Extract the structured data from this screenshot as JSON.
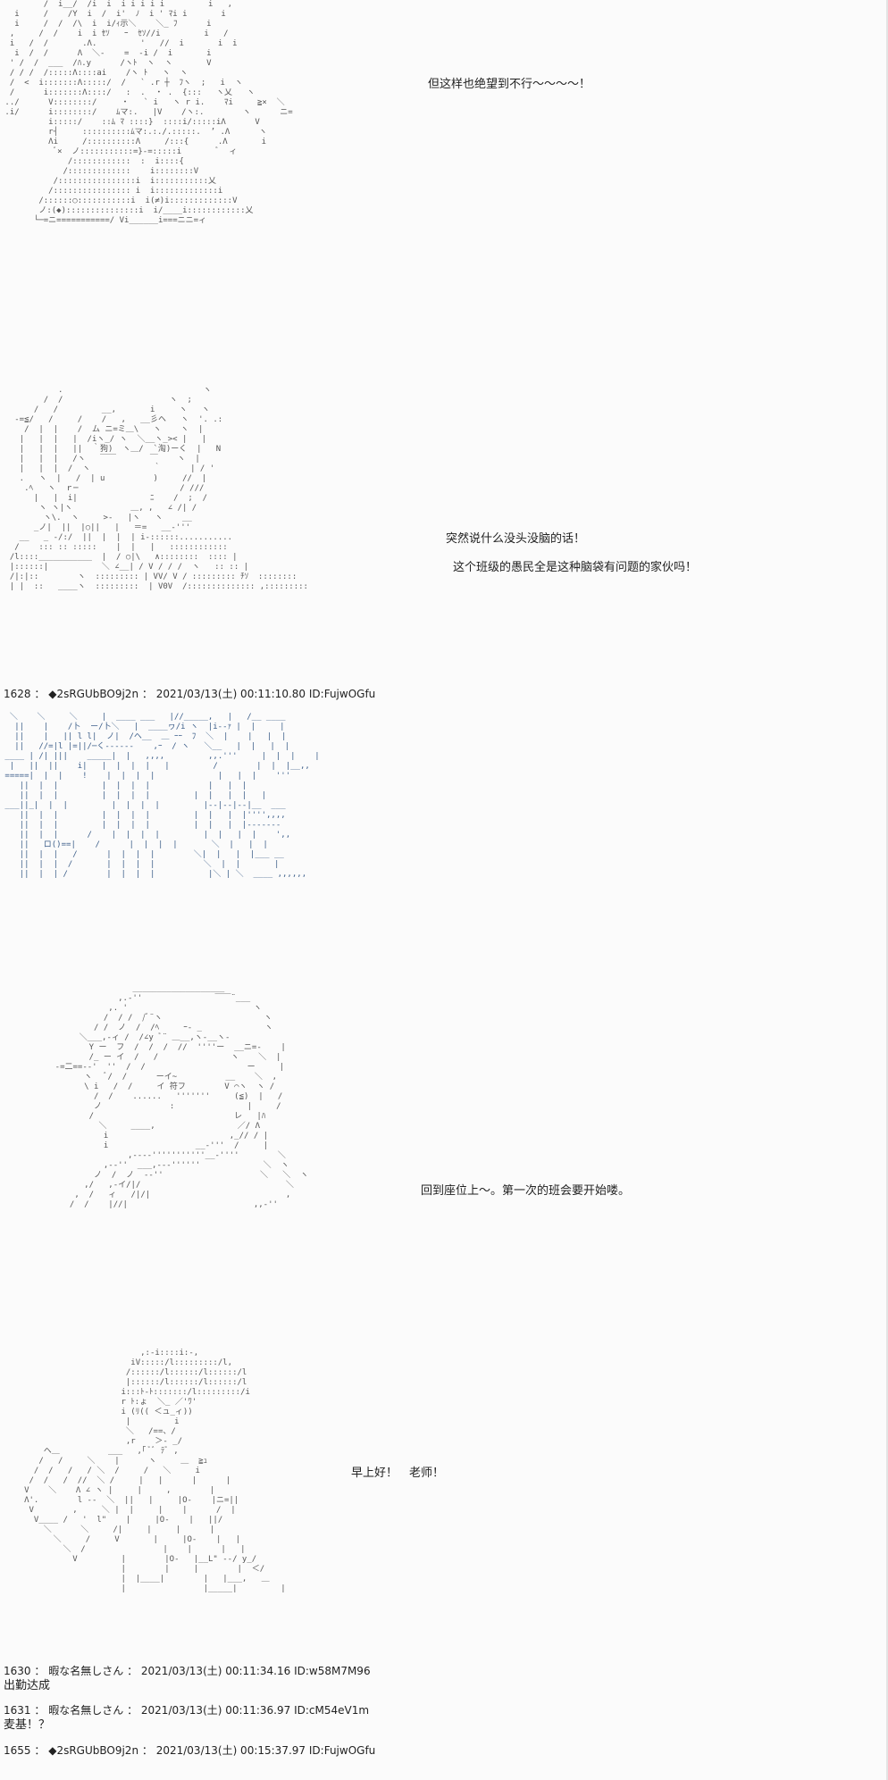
{
  "speech": {
    "line1": "但这样也绝望到不行～～～～！",
    "line2": "突然说什么没头没脑的话！",
    "line3": "这个班级的愚民全是这种脑袋有问题的家伙吗！",
    "line4": "回到座位上～。第一次的班会要开始喽。",
    "line5": "早上好！　老师！"
  },
  "posts": [
    {
      "number": "1628",
      "sep": "：",
      "name": "◆2sRGUbBO9j2n",
      "date": "2021/03/13(土) 00:11:10.80",
      "id": "ID:FujwOGfu",
      "body": ""
    },
    {
      "number": "1630",
      "sep": "：",
      "name": "暇な名無しさん",
      "date": "2021/03/13(土) 00:11:34.16",
      "id": "ID:w58M7M96",
      "body": "出勤达成"
    },
    {
      "number": "1631",
      "sep": "：",
      "name": "暇な名無しさん",
      "date": "2021/03/13(土) 00:11:36.97",
      "id": "ID:cM54eV1m",
      "body": "麦基！？"
    },
    {
      "number": "1655",
      "sep": "：",
      "name": "◆2sRGUbBO9j2n",
      "date": "2021/03/13(土) 00:15:37.97",
      "id": "ID:FujwOGfu",
      "body": ""
    }
  ],
  "art": {
    "panel1": "         /  i__/  /i  i  i i i i i         i   ,\n   i     /    /Y  i  /  i'  ﾉ  i ' ﾏi i       i     \n   i     /  /  /\\  i  i/ｨ示＼    ＼_ ﾌ      i\n  ,     /  /    i  i ｾｿ   ｰ  ｾｿ//i         i   /\n  i   /  /       .Λ.         '   //  i       i  i\n   i  /  /      Λ  ＼-    =  -i /  i       i\n  ' /  /  ___  /ﾊ.y      /ヽﾄ  ヽ  ヽ       V\n  / / /  /:::::Λ::::ai    /ヽ ﾄ   ヽ  ヽ\n  /  <  i:::::::Λ:::::/  /   ` .r ┼  ﾌヽ  ;   i  ヽ\n  /      i:::::::Λ::::/   :  .  ・ .  {:::   ヽ乂   ヽ\n ../      V::::::::/     ・   ` i   ヽ r i.    ﾏi     ≧×  ＼\n .i/      i::::::::/    ﾑマ:.   |V    /ヽ:.        ヽ      ニ=\n          i:::::/    ::ﾑ ﾏ ::::}  ::::i/:::::iΛ      V\n          r┤     ::::::::::ﾑマ:.:./.:::::.  ’ .Λ      ヽ\n          Λi     /::::::::::Λ     /:::{      .Λ       i\n           ﾞ×  ノ:::::::::::=}-=:::::i       ﾞ  ィ\n              /::::::::::::  :  i::::{\n             /:::::::::::::    i::::::::V\n           /::::::::::::::::i  i:::::::::::乂\n          /:::::::::::::::: i  i:::::::::::::i\n        /::::::○:::::::::::i  i(≠)i:::::::::::::V\n        ノ:(◆):::::::::::::::i  i/____i::::::::::::乂\n       └─=ニ===========/ Vi______i===ニニ=ィ",
    "panel2": "            .                             ヽ\n         /  /                      ヽ  ;\n       /   /         __,       i     ヽ   ヽ\n   -=≦/   /     /    /   ,   __彡ヘ   ヽ  '. .:\n     /  |  |    /  ム ニ=ミ＿\\   ヽ    ヽ  |\n    |   |  |   |  /iヽ_/ ヽ  ＼__ヽ_>< |   | \n    |   |  |   ||  ｀狗)  ヽ＿/  `淘)ーく  |   N\n    |   |  |   /ヽ   ￣￣       ￣    ヽ  |  \n    |   |  |  /  ヽ             ｀      | / '\n    .   ヽ  |   /  | u          )     //  |\n     .ﾍ   ヽ  ｒ─                     / ///\n       |   |  i|               ﾆ    /  ;  /\n        ヽ ヽ|ヽ            ＿, ,   ∠ /| /\n         ヽ\\.  ヽ     >-   |ヽ   ヽ    __\n       _ノ|  ||  |○||   |   ＝=   __-'''\n    __   _ -/:/  ||  |  |  | i-::::::...........\n   /    ::: :: :::::    |  |   |   ::::::::::::\n  /l::::___________  |  / ○|\\   ∧::::::::  :::: |\n  |::::::|           ＼ ∠__| / V / / /  ヽ   :: :: |\n  /|:|::        ヽ  ::::::::: | VV/ V / ::::::::: ﾁｿ  ::::::::\n  | |  ::   ____ヽ  :::::::::  | V0V  /:::::::::::::: ,:::::::::",
    "panel3": "  ＼    ＼     ＼     |  ____ ___   |//_____,   |   /__ ____\n   ||    |    /卜  ー/卜＼   |  ____ヮ/i ヽ  |i--ｧ |  |     |\n   ||    |   || l l|  ノ|  /ヘ__  ＿ ｰｰ  ﾌ  ＼  |    |   |  |\n   ||   //=|l |=||/─く------    ,ｰ  / ヽ   ＼__   |  |   |  |\n ____ | /| |||    _____|  |   ,,,,         ,,.'''     |  |  |    |\n  |   ||  ||    i|   |  |  |  |   |         /        |  |  |__,,\n =====|  |  |    !    |  |  |  |             |   |  |    '''\n    ||  |  |         |  |  |  |            |   |  |   \n    ||  |  |         |  |  |  |         |  |   |  |   |\n ___||_|  |  |         |  |  |  |         |--|--|--|__  ___\n    ||  |  |         |  |  |  |         |  |   |  |'''',,,,\n    ||  |  |         |  |  |  |         |  |   |  |-------\n    ||  |  |      /    |  |  |  |         |  |   |  |    ',,\n    ||   ロ()==|    /      |  |  |  |       ＼  |   |  |\n    ||  |  |   /      |  |  |  |        ＼|  |   |  |___ __\n    ||  |  |  /       |  |  |  |          ＼  |  |       |\n    ||  |  | /        |  |  |  |           |＼ | ＼  ____ ,,,,,,",
    "panel4": "                    ___________________\n                 ,.-''               ￣￣¨___\n               ,. '                          ヽ\n              /  / /  /ﾞ¨ヽ                     ヽ\n            / /  ノ  /  /ﾍ     ｰ- _             ヽ\n         ＼___,-ィ /  /∠y ﾞ¨ ＿__,ヽ-__ヽ- \n           Y ー  フ  /  /  /  //  ''''ー  __ニ=-    |\n           /_ ー イ  /   /               ヽ    ＼  |\n    -=二==--'  ''  /  /                     ー     |\n          ヽ   ﾞ/  /      ーイ~          __    ＼  ,\n          \\ i   /  /     イ 符フ        V ⌒ヽ  ヽ /\n            /  /    ......   '''''''     (≦)  |   /\n            ノ              :               |     /\n           /                             レ   |ﾊ\n             ＼     ____,                 ／/ Λ\n              i                         ,_// / |\n              i                  __-'''  /     |\n                   ,----'''''''''''__-''''        ＼\n              ,--''  ___,---''''''             ＼  ヽ\n            ノ  /  ノ  --''                    ＼   ＼  ヽ\n          ,/   ,-イ/|/                              ＼\n        ,  /   ィ   /|/|                            ,\n       /  /    |//|                          ,,-''",
    "panel5": "                             ,:-i::::i:-,\n                           iV:::::/l:::::::::/l,\n                          /::::::/l::::::/l::::::/l\n                          |::::::/l::::::/l::::::/l\n                         i:::ﾄ-ﾄ:::::::/l:::::::::/i\n                         r ﾄ:ょ  ＼_ ／'ﾜ'\n                         i (ﾘ(( ＜ュ_ィ))\n                          |         i\n                          ＼   /==、/\n                          ,r    ＞- _/\n         ヘ＿          ___   ,｢ ﾞﾞ ﾃﾞ ,\n        /   /     ＼    |      ヽ     ＿  ≧ｭ\n       /  /   /   / ＼  /     /   ＼     i\n      /  /   /  //  ＼ /     |   |      |      |\n     V    ＼    Λ ∠ ヽ |     |     ,        |\n     Λ'.        l --  ＼  ||   |     |O-    |ニ=||\n      V        ,     ＼ |  |     |    |      /  |\n       V____ /   '  l\"    |     |O-    |   ||/\n         ＼      ＼     /|     |     |      | \n           ＼     /     V       |     |O-    |   |\n             ＼  /                |    |      |   |\n               V         |        |O-   |__L\" --/ y_/\n                         |        |     |        |  ＜/\n                         |  |____|        |   |___,   ＿\n                         |                |_____|         |"
  }
}
